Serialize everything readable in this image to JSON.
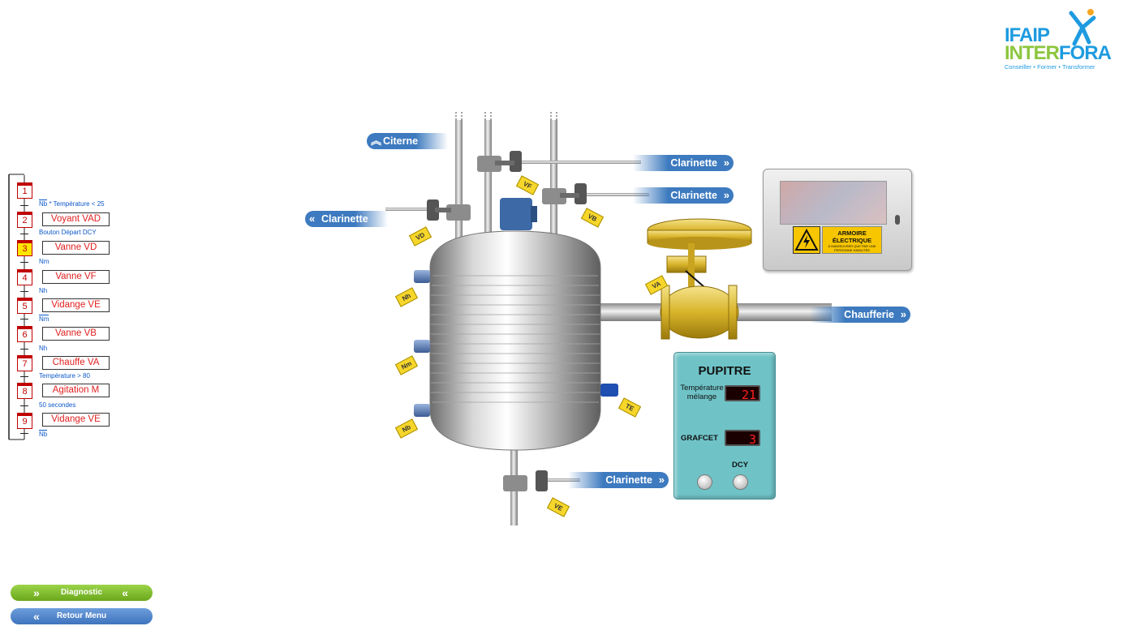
{
  "logo": {
    "line1": "IFAIP",
    "line2a": "INTER",
    "line2b": "FORA",
    "tagline": "Conseiller • Former • Transformer"
  },
  "grafcet": {
    "steps": [
      {
        "num": "1",
        "action": "",
        "active": false
      },
      {
        "num": "2",
        "action": "Voyant VAD",
        "active": false
      },
      {
        "num": "3",
        "action": "Vanne VD",
        "active": true
      },
      {
        "num": "4",
        "action": "Vanne VF",
        "active": false
      },
      {
        "num": "5",
        "action": "Vidange VE",
        "active": false
      },
      {
        "num": "6",
        "action": "Vanne VB",
        "active": false
      },
      {
        "num": "7",
        "action": "Chauffe VA",
        "active": false
      },
      {
        "num": "8",
        "action": "Agitation M",
        "active": false
      },
      {
        "num": "9",
        "action": "Vidange VE",
        "active": false
      }
    ],
    "transitions": {
      "t1a": "Nb",
      "t1b": "* Température < 25",
      "t2": "Bouton Départ DCY",
      "t3": "Nm",
      "t4": "Nh",
      "t5": "Nm",
      "t6": "Nh",
      "t7": "Température > 80",
      "t8": "50 secondes",
      "t9": "Nb"
    }
  },
  "process": {
    "citerne": "Citerne",
    "clarinette_top1": "Clarinette",
    "clarinette_top2": "Clarinette",
    "clarinette_left": "Clarinette",
    "clarinette_bottom": "Clarinette",
    "chaufferie": "Chaufferie",
    "tags": {
      "vf": "VF",
      "vb": "VB",
      "vd": "VD",
      "va": "VA",
      "nh": "Nh",
      "nm": "Nm",
      "nb": "Nb",
      "te": "TE",
      "ve": "VE"
    }
  },
  "armoire": {
    "line1": "ARMOIRE",
    "line2": "ÉLECTRIQUE",
    "small": "À MANŒUVRER QUE PAR UNE PERSONNE HABILITÉE"
  },
  "pupitre": {
    "title": "PUPITRE",
    "temp_label1": "Température",
    "temp_label2": "mélange",
    "temp_value": "21",
    "grafcet_label": "GRAFCET",
    "grafcet_value": "3",
    "dcy_label": "DCY"
  },
  "nav": {
    "diagnostic": "Diagnostic",
    "retour": "Retour Menu"
  },
  "colors": {
    "accent_blue": "#3d7abf",
    "accent_green": "#7cbf2a",
    "grafcet_red": "#c00000",
    "tag_yellow": "#f6d62a"
  }
}
